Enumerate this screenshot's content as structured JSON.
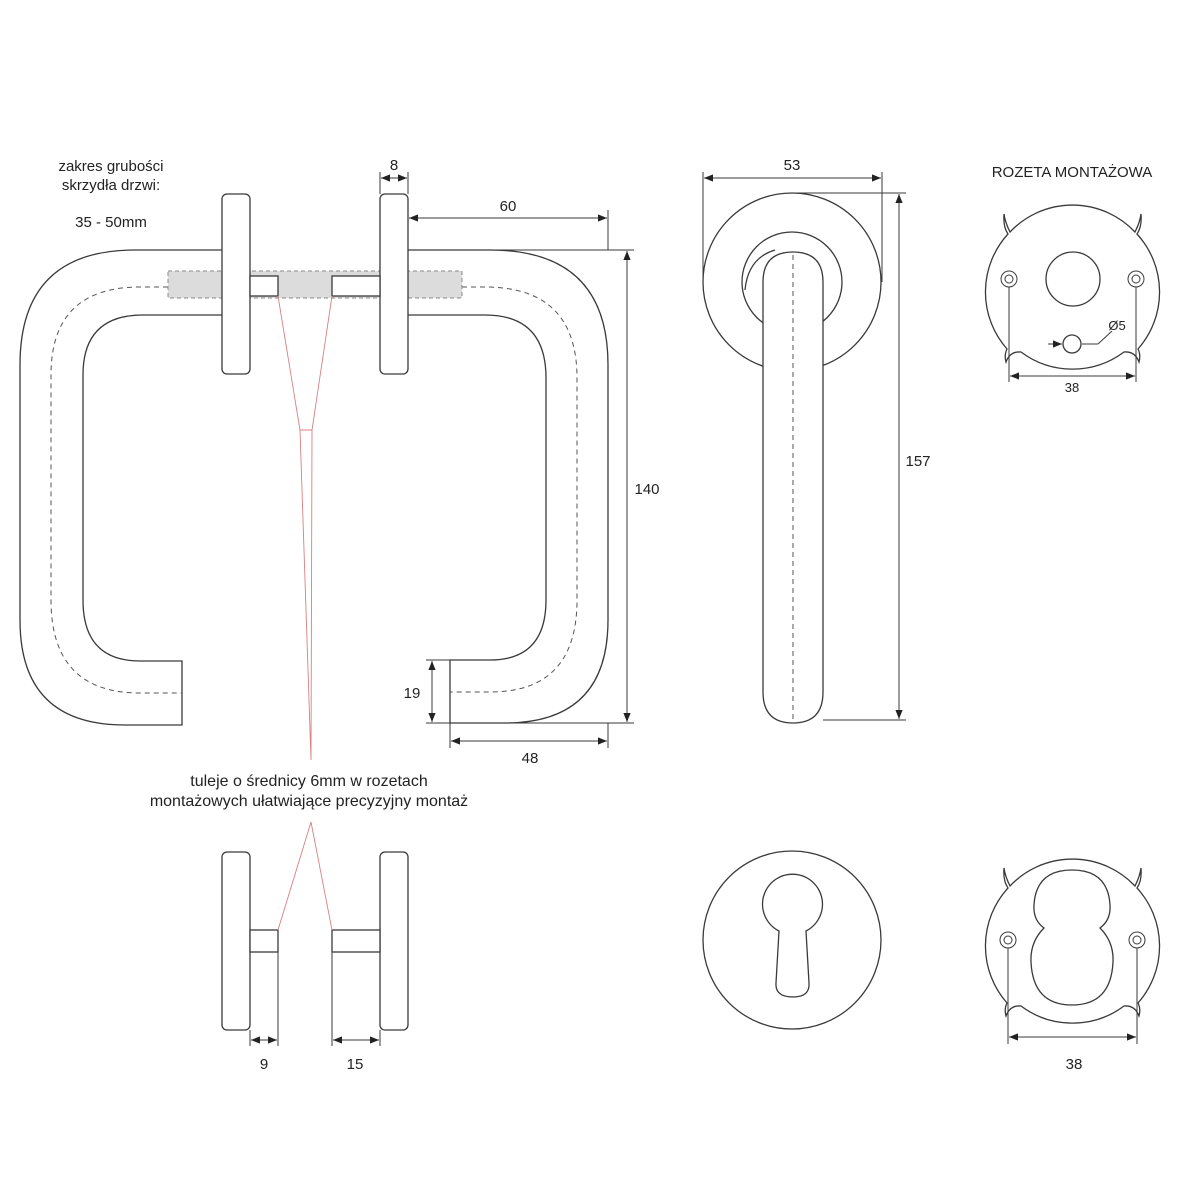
{
  "notes": {
    "door_thickness_line1": "zakres grubości",
    "door_thickness_line2": "skrzydła drzwi:",
    "door_thickness_range": "35 - 50mm",
    "sleeves_line1": "tuleje o średnicy 6mm w rozetach",
    "sleeves_line2": "montażowych ułatwiające precyzyjny montaż",
    "rosette_title": "ROZETA MONTAŻOWA"
  },
  "dimensions": {
    "plate_thickness": "8",
    "projection": "60",
    "height": "140",
    "end_height": "19",
    "end_length": "48",
    "rosette_diameter": "53",
    "total_length": "157",
    "hole_diameter": "Ø5",
    "hole_spacing_top": "38",
    "sleeve_left": "9",
    "sleeve_right": "15",
    "hole_spacing_bottom": "38"
  },
  "colors": {
    "line": "#3a3a3a",
    "leader": "#d98080",
    "sleeve_fill": "#dcdcdc"
  }
}
